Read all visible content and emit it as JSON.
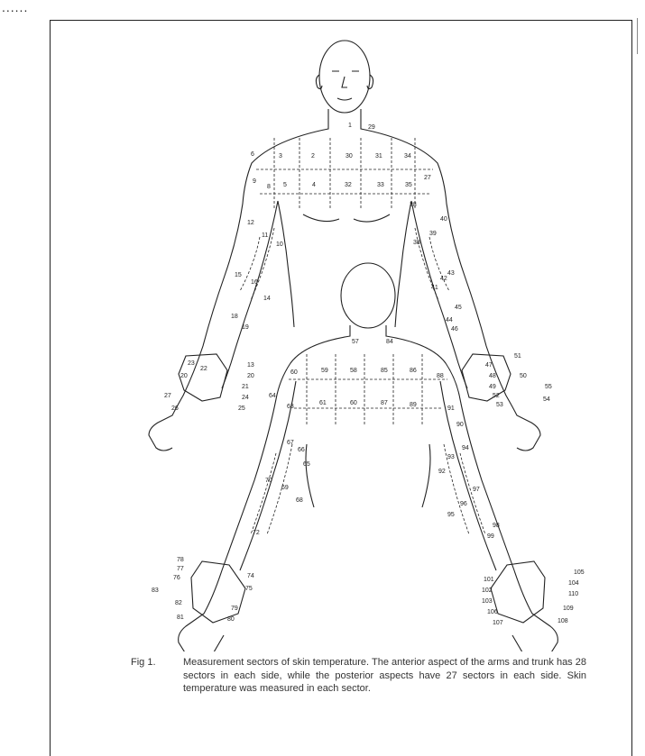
{
  "header": {
    "ellipsis": "......"
  },
  "figure": {
    "sector_labels": {
      "front_head": [
        "1",
        "29"
      ],
      "front_chest_row1": [
        "6",
        "3",
        "2",
        "30",
        "31",
        "34"
      ],
      "front_chest_row2": [
        "9",
        "8",
        "5",
        "4",
        "32",
        "33",
        "35",
        "27"
      ],
      "front_left_arm": [
        "12",
        "11",
        "10",
        "15",
        "16",
        "14",
        "18",
        "19"
      ],
      "front_right_arm": [
        "28",
        "40",
        "38",
        "39",
        "43",
        "41",
        "42",
        "45",
        "44",
        "46"
      ],
      "front_left_hand": [
        "23",
        "22",
        "20",
        "13",
        "20",
        "21",
        "27",
        "24",
        "26",
        "25"
      ],
      "front_right_hand": [
        "47",
        "51",
        "50",
        "48",
        "49",
        "52",
        "53",
        "55",
        "54"
      ],
      "back_shoulder": [
        "57",
        "84"
      ],
      "back_row1": [
        "60",
        "59",
        "58",
        "85",
        "86",
        "88"
      ],
      "back_row2": [
        "64",
        "63",
        "61",
        "60",
        "87",
        "89",
        "91",
        "90"
      ],
      "back_left_arm": [
        "67",
        "66",
        "65",
        "70",
        "69",
        "68",
        "72"
      ],
      "back_right_arm": [
        "94",
        "93",
        "92",
        "97",
        "96",
        "95",
        "98",
        "99"
      ],
      "back_left_hand": [
        "78",
        "77",
        "76",
        "83",
        "74",
        "75",
        "82",
        "79",
        "81",
        "80"
      ],
      "back_right_hand": [
        "105",
        "104",
        "101",
        "102",
        "110",
        "103",
        "109",
        "106",
        "107",
        "108"
      ]
    }
  },
  "caption": {
    "tag": "Fig 1.",
    "text": "Measurement sectors of skin temperature. The anterior aspect of the arms and trunk has 28 sectors in each side, while the posterior aspects have 27 sectors in each side. Skin temperature was measured in each sector."
  }
}
